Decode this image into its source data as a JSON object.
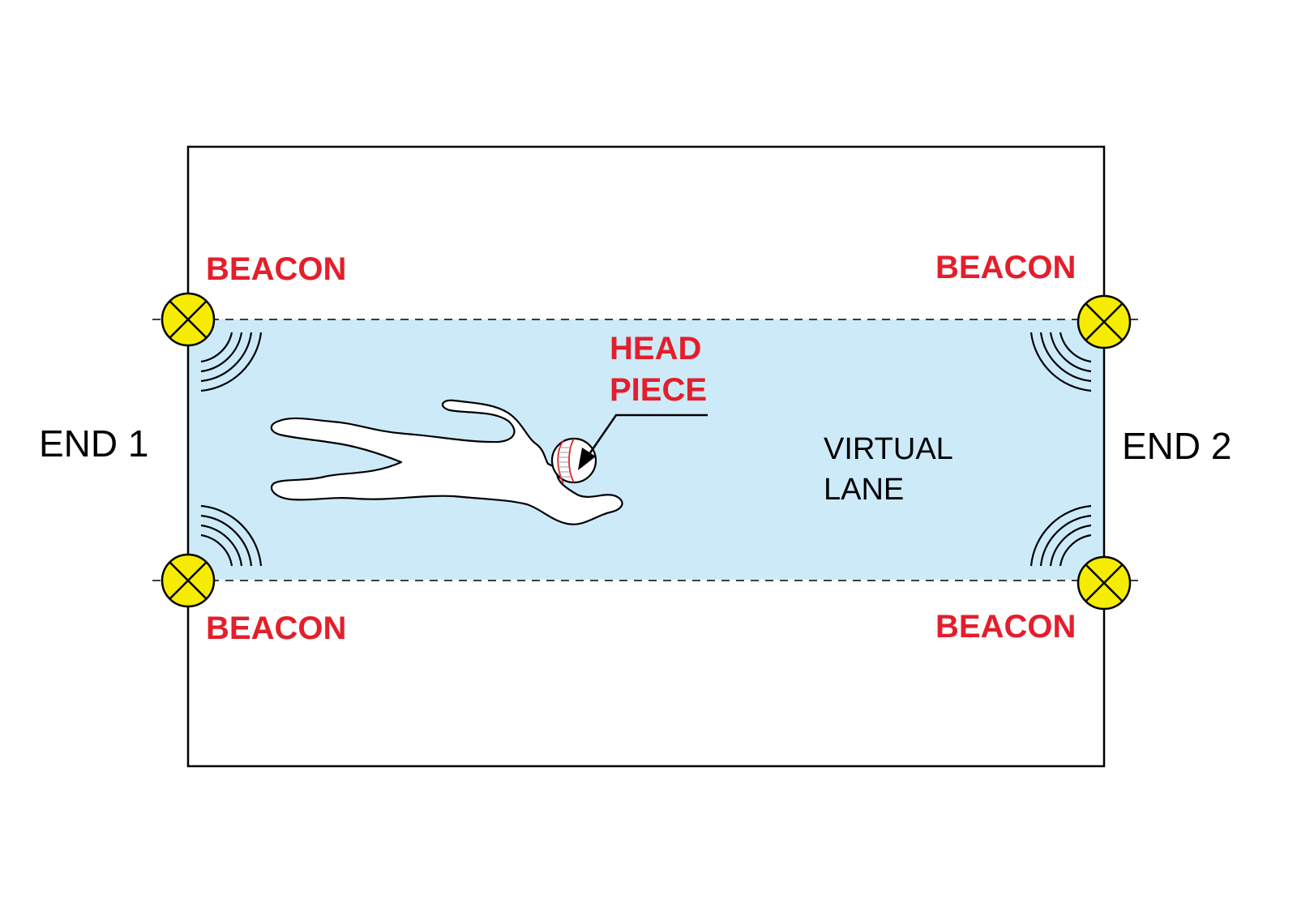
{
  "labels": {
    "beacon_top_left": "BEACON",
    "beacon_top_right": "BEACON",
    "beacon_bottom_left": "BEACON",
    "beacon_bottom_right": "BEACON",
    "head_piece_line1": "HEAD",
    "head_piece_line2": "PIECE",
    "end1": "END 1",
    "end2": "END 2",
    "virtual_lane_line1": "VIRTUAL",
    "virtual_lane_line2": "LANE"
  },
  "colors": {
    "lane_fill": "#cdeaf9",
    "beacon_fill": "#f5ec00",
    "label_red": "#e41e2b"
  }
}
